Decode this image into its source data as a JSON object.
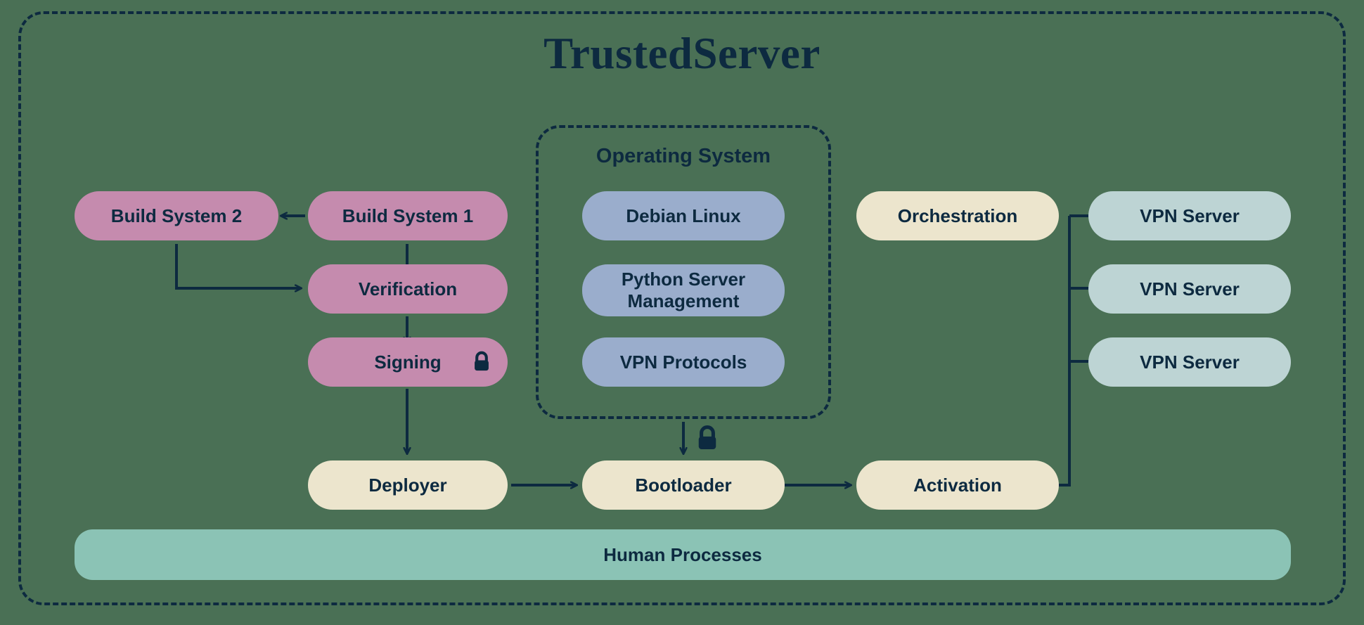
{
  "diagram": {
    "title": "TrustedServer",
    "type": "architecture-flow",
    "background_color": "#4a7055",
    "line_color": "#0d2a40",
    "boundary": {
      "name": "TrustedServer boundary",
      "style": "dashed"
    }
  },
  "groups": {
    "operating_system": {
      "label": "Operating System",
      "style": "dashed",
      "items": [
        {
          "label": "Debian Linux",
          "color": "#9aadcc"
        },
        {
          "label": "Python Server Management",
          "color": "#9aadcc"
        },
        {
          "label": "VPN Protocols",
          "color": "#9aadcc"
        }
      ]
    }
  },
  "nodes": {
    "build_system_2": {
      "label": "Build System 2",
      "color": "#c58bae"
    },
    "build_system_1": {
      "label": "Build System 1",
      "color": "#c58bae"
    },
    "verification": {
      "label": "Verification",
      "color": "#c58bae"
    },
    "signing": {
      "label": "Signing",
      "color": "#c58bae",
      "icon": "lock-icon"
    },
    "deployer": {
      "label": "Deployer",
      "color": "#ece5cd"
    },
    "bootloader": {
      "label": "Bootloader",
      "color": "#ece5cd"
    },
    "activation": {
      "label": "Activation",
      "color": "#ece5cd"
    },
    "orchestration": {
      "label": "Orchestration",
      "color": "#ece5cd"
    },
    "vpn_server_1": {
      "label": "VPN Server",
      "color": "#bdd4d4"
    },
    "vpn_server_2": {
      "label": "VPN Server",
      "color": "#bdd4d4"
    },
    "vpn_server_3": {
      "label": "VPN Server",
      "color": "#bdd4d4"
    },
    "human_processes": {
      "label": "Human Processes",
      "color": "#8bc3b5"
    }
  },
  "icons": {
    "signing_lock": "lock-icon",
    "bootloader_lock": "lock-icon"
  },
  "edges": [
    {
      "from": "build_system_1",
      "to": "build_system_2"
    },
    {
      "from": "build_system_1",
      "to": "verification"
    },
    {
      "from": "build_system_2",
      "to": "verification"
    },
    {
      "from": "verification",
      "to": "signing"
    },
    {
      "from": "signing",
      "to": "deployer"
    },
    {
      "from": "deployer",
      "to": "bootloader"
    },
    {
      "from": "operating_system",
      "to": "bootloader",
      "icon": "lock-icon"
    },
    {
      "from": "bootloader",
      "to": "activation"
    },
    {
      "from": "activation",
      "to": "orchestration"
    },
    {
      "from": "orchestration",
      "to": "vpn_server_1"
    },
    {
      "from": "orchestration",
      "to": "vpn_server_2"
    },
    {
      "from": "orchestration",
      "to": "vpn_server_3"
    }
  ]
}
